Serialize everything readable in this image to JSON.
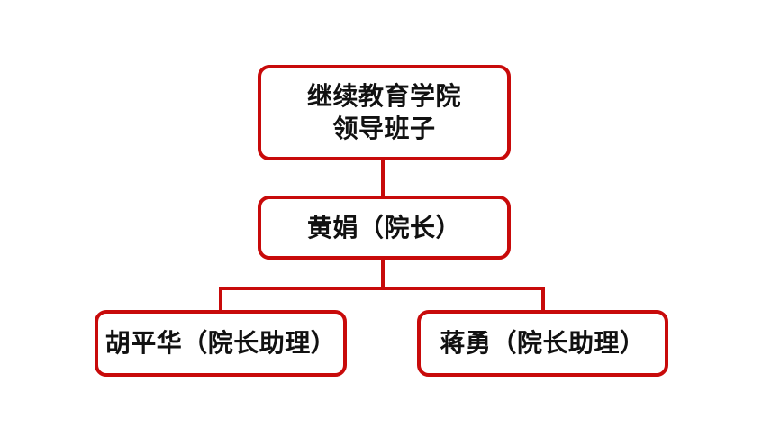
{
  "org_chart": {
    "root_node": {
      "line1": "继续教育学院",
      "line2": "领导班子"
    },
    "dean_node": {
      "label": "黄娟（院长）"
    },
    "assistant_left_node": {
      "label": "胡平华（院长助理）"
    },
    "assistant_right_node": {
      "label": "蒋勇（院长助理）"
    }
  },
  "colors": {
    "line_and_border_red": "#C80A0A",
    "text_black": "#111111",
    "background_white": "#FFFFFF"
  }
}
